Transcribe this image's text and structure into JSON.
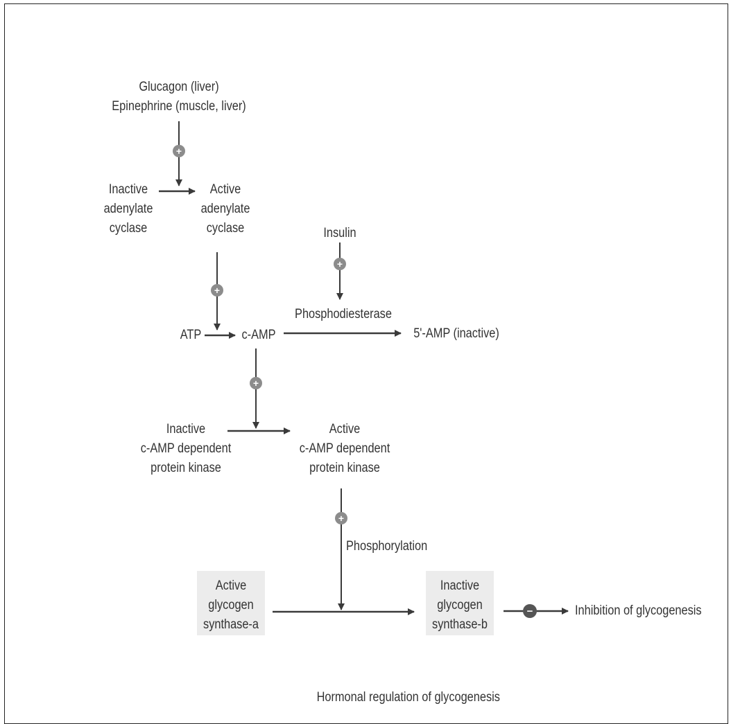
{
  "diagram": {
    "caption": "Hormonal regulation of glycogenesis",
    "nodes": {
      "hormones": [
        "Glucagon (liver)",
        "Epinephrine (muscle, liver)"
      ],
      "inactive_adenylate_cyclase": [
        "Inactive",
        "adenylate",
        "cyclase"
      ],
      "active_adenylate_cyclase": [
        "Active",
        "adenylate",
        "cyclase"
      ],
      "insulin": "Insulin",
      "atp": "ATP",
      "camp": "c-AMP",
      "phosphodiesterase": "Phosphodiesterase",
      "five_amp": "5'-AMP (inactive)",
      "inactive_kinase": [
        "Inactive",
        "c-AMP dependent",
        "protein kinase"
      ],
      "active_kinase": [
        "Active",
        "c-AMP dependent",
        "protein kinase"
      ],
      "phosphorylation": "Phosphorylation",
      "active_synthase": [
        "Active",
        "glycogen",
        "synthase-a"
      ],
      "inactive_synthase": [
        "Inactive",
        "glycogen",
        "synthase-b"
      ],
      "inhibition": "Inhibition of glycogenesis"
    },
    "signs": {
      "stimulate": "+",
      "inhibit": "−"
    },
    "colors": {
      "text": "#333333",
      "arrow": "#3a3a3a",
      "sign_circle": "#8c8c8c",
      "inhibit_circle": "#555555",
      "box_fill": "#ececec"
    }
  }
}
